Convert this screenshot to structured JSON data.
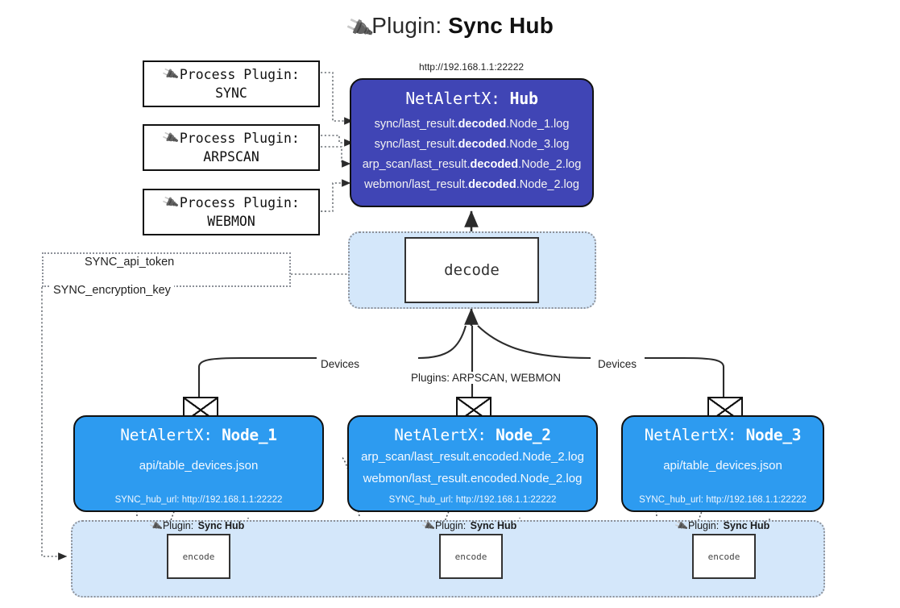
{
  "title": {
    "icon": "plug-icon",
    "label": "Plugin:",
    "value": "Sync Hub"
  },
  "hub": {
    "url": "http://192.168.1.1:22222",
    "name_prefix": "NetAlertX:",
    "name": "Hub",
    "rows": [
      {
        "pre": "sync/last_result.",
        "mid": "decoded",
        "post": ".Node_1.log"
      },
      {
        "pre": "sync/last_result.",
        "mid": "decoded",
        "post": ".Node_3.log"
      },
      {
        "pre": "arp_scan/last_result.",
        "mid": "decoded",
        "post": ".Node_2.log"
      },
      {
        "pre": "webmon/last_result.",
        "mid": "decoded",
        "post": ".Node_2.log"
      }
    ]
  },
  "process_plugins": [
    {
      "icon": "plug-icon",
      "label": "Process Plugin:",
      "name": "SYNC"
    },
    {
      "icon": "plug-icon",
      "label": "Process Plugin:",
      "name": "ARPSCAN"
    },
    {
      "icon": "plug-icon",
      "label": "Process Plugin:",
      "name": "WEBMON"
    }
  ],
  "decode": {
    "label": "decode"
  },
  "sync_params": [
    {
      "label": "SYNC_api_token"
    },
    {
      "label": "SYNC_encryption_key"
    }
  ],
  "edge_labels": {
    "devices_left": "Devices",
    "devices_right": "Devices",
    "plugins_center": "Plugins: ARPSCAN, WEBMON"
  },
  "nodes": [
    {
      "name_prefix": "NetAlertX:",
      "name": "Node_1",
      "lines": [
        "api/table_devices.json"
      ],
      "hub_url": "SYNC_hub_url: http://192.168.1.1:22222",
      "envelope_icon": "envelope-icon"
    },
    {
      "name_prefix": "NetAlertX:",
      "name": "Node_2",
      "lines": [
        "arp_scan/last_result.encoded.Node_2.log",
        "webmon/last_result.encoded.Node_2.log"
      ],
      "hub_url": "SYNC_hub_url: http://192.168.1.1:22222",
      "envelope_icon": "envelope-icon"
    },
    {
      "name_prefix": "NetAlertX:",
      "name": "Node_3",
      "lines": [
        "api/table_devices.json"
      ],
      "hub_url": "SYNC_hub_url: http://192.168.1.1:22222",
      "envelope_icon": "envelope-icon"
    }
  ],
  "encoders": [
    {
      "caption_icon": "plug-icon",
      "caption_label": "Plugin:",
      "caption_value": "Sync Hub",
      "box_label": "encode"
    },
    {
      "caption_icon": "plug-icon",
      "caption_label": "Plugin:",
      "caption_value": "Sync Hub",
      "box_label": "encode"
    },
    {
      "caption_icon": "plug-icon",
      "caption_label": "Plugin:",
      "caption_value": "Sync Hub",
      "box_label": "encode"
    }
  ],
  "colors": {
    "hub_fill": "#4045b5",
    "node_fill": "#2d9bf0",
    "cluster_fill": "#d4e7fa",
    "stroke": "#111111",
    "dotted_stroke": "#8d9199",
    "background": "#ffffff"
  }
}
